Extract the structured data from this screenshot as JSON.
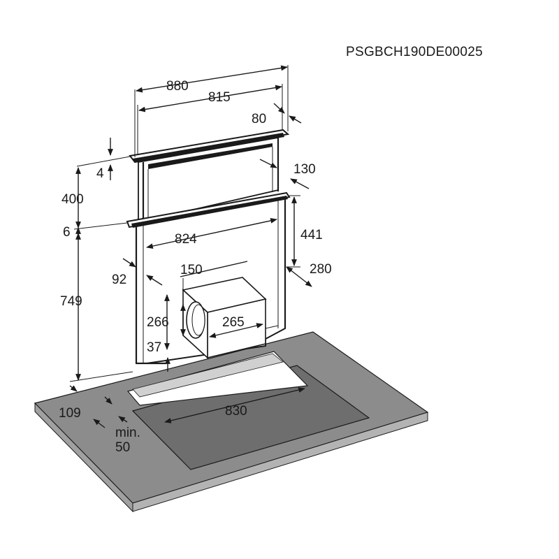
{
  "drawing": {
    "code": "PSGBCH190DE00025",
    "dimensions": {
      "width_880": "880",
      "width_815": "815",
      "depth_80": "80",
      "height_4": "4",
      "depth_130": "130",
      "height_400": "400",
      "height_441": "441",
      "height_6": "6",
      "width_824": "824",
      "depth_92": "92",
      "motor_150": "150",
      "depth_280": "280",
      "height_749": "749",
      "motor_266": "266",
      "motor_265": "265",
      "height_37": "37",
      "hob_830": "830",
      "depth_109": "109",
      "min_label": "min.",
      "min_value": "50"
    },
    "colors": {
      "line": "#1a1a1a",
      "worktop": "#8c8c8c",
      "hob": "#6e6e6e",
      "panel_face": "#ffffff"
    }
  }
}
